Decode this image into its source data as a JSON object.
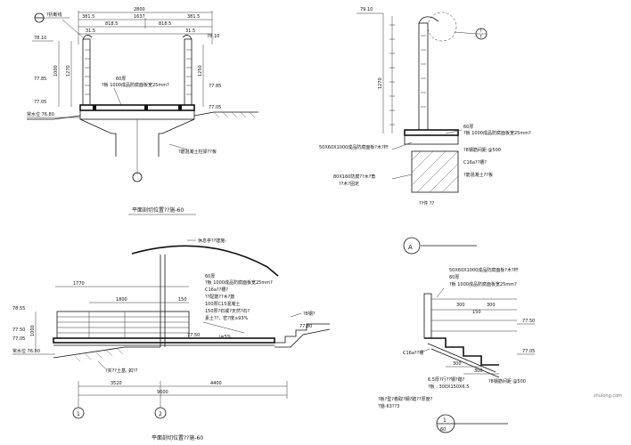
{
  "drawing_1": {
    "callout_tag": "?折断线",
    "overall_width": "2800",
    "dim_row": [
      "381.5",
      "1637",
      "381.5"
    ],
    "dim_sub": [
      "818.5",
      "818.5"
    ],
    "dim_small": "31.5",
    "dim_small_right": "31.5",
    "elev_top_left": "78.10",
    "elev_top_right": "78.10",
    "elev_mid_left": "77.85",
    "elev_mid_right": "77.85",
    "elev_low_left": "77.05",
    "elev_low_right": "77.05",
    "water_level": "常水位 76.80",
    "height_left": "1000",
    "height_left_2": "1270",
    "height_right": "1250",
    "deck_note_1": "60厚",
    "deck_note_2": "?板 1000成品防腐面板宽25mm?",
    "pier_note": "?筋混凝土柱梁??板",
    "caption": "平面剖切位置??施-60"
  },
  "drawing_2": {
    "elev_top": "79.10",
    "height": "1270",
    "callout_label": "?",
    "callout_no": "?",
    "deck_note_1": "60厚",
    "deck_note_2": "?板 1000成品防腐面板宽25mm?",
    "post_note": "50X60X1000成品防腐面板?木?杆",
    "member_note_1": "C16a??槽?",
    "member_note_2": "?8钢筋间距 @500",
    "beam_note": "80X160防腐??木?角",
    "beam_note_2": "??木?固定",
    "footing_note": "?筋混凝土??板",
    "bottom_note": "??件 ??",
    "section_label": "A"
  },
  "drawing_3": {
    "roof_note": "休息亭??建施-",
    "deck_note_1": "60厚",
    "deck_note_2": "?板 1000成品防腐面板宽25mm?",
    "layer_notes": [
      "C16a??槽?",
      "??配筋??木?筋",
      "100厚C15混凝土",
      "150厚?石或?天然?石?",
      "素土??，密?度≥93%"
    ],
    "dims_top": [
      "1770",
      "1800",
      "150"
    ],
    "elev_left_top": "78.55",
    "elev_left_mid": "77.50",
    "elev_left_low": "77.05",
    "height_left": "1000",
    "water_level": "常水位 76.80",
    "dim_bottom": [
      "3520",
      "4400"
    ],
    "dim_total": "9600",
    "side_note": "?8钢?",
    "side_elev": "77.80",
    "elev_step": "77.50",
    "stair_pitch": "i=5%",
    "ground_note": "?实??土基, 如??",
    "axis_labels": [
      "1",
      "2"
    ],
    "caption": "平面剖切位置??施-60"
  },
  "drawing_4": {
    "post_note": "50X60X1000成品防腐面板?木?杆",
    "deck_note_1": "60厚",
    "deck_note_2": "?板 1000成品防腐面板宽25mm?",
    "dims_top": [
      "300",
      "150",
      "300"
    ],
    "elev_right_top": "77.50",
    "elev_right_low": "77.05",
    "channel_note": "C16a??槽",
    "dim_bottom": [
      "300",
      "300"
    ],
    "rebar_note": "?8钢筋间距 @500",
    "steel_note": "6.5厚?行??钢?踏?",
    "steel_note_2": "?板 : 300X150X6.5",
    "bottom_note_1": "?板?型?卷取?钢?踏??厚度?",
    "bottom_note_2": "?施-63??3",
    "section_no": "1",
    "sheet_no": "60"
  },
  "watermark": "zhulong.com"
}
